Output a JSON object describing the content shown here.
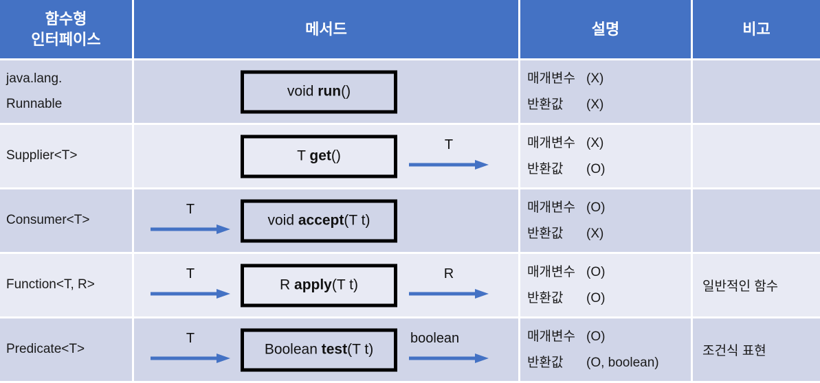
{
  "header": {
    "columns": [
      {
        "line1": "함수형",
        "line2": "인터페이스"
      },
      {
        "line1": "메서드",
        "line2": ""
      },
      {
        "line1": "설명",
        "line2": ""
      },
      {
        "line1": "비고",
        "line2": ""
      }
    ]
  },
  "colors": {
    "header_blue": "#4472C4",
    "row_dark": "#D0D5E8",
    "row_light": "#E8EAF4",
    "arrow_blue": "#4472C4",
    "grid_white": "#FFFFFF",
    "box_border": "#000000",
    "text": "#1A1A1A"
  },
  "rows": [
    {
      "interface_line1": "java.lang.",
      "interface_line2": "Runnable",
      "method_prefix": "void ",
      "method_name": "run",
      "method_args": "()",
      "arrow_in_label": "",
      "arrow_out_label": "",
      "param_key": "매개변수",
      "param_value": "(X)",
      "return_key": "반환값",
      "return_value": "(X)",
      "remark": ""
    },
    {
      "interface_line1": "Supplier<T>",
      "interface_line2": "",
      "method_prefix": "T ",
      "method_name": "get",
      "method_args": "()",
      "arrow_in_label": "",
      "arrow_out_label": "T",
      "param_key": "매개변수",
      "param_value": "(X)",
      "return_key": "반환값",
      "return_value": "(O)",
      "remark": ""
    },
    {
      "interface_line1": "Consumer<T>",
      "interface_line2": "",
      "method_prefix": "void ",
      "method_name": "accept",
      "method_args": "(T t)",
      "arrow_in_label": "T",
      "arrow_out_label": "",
      "param_key": "매개변수",
      "param_value": "(O)",
      "return_key": "반환값",
      "return_value": "(X)",
      "remark": ""
    },
    {
      "interface_line1": "Function<T, R>",
      "interface_line2": "",
      "method_prefix": "R ",
      "method_name": "apply",
      "method_args": "(T t)",
      "arrow_in_label": "T",
      "arrow_out_label": "R",
      "param_key": "매개변수",
      "param_value": "(O)",
      "return_key": "반환값",
      "return_value": "(O)",
      "remark": "일반적인 함수"
    },
    {
      "interface_line1": "Predicate<T>",
      "interface_line2": "",
      "method_prefix": "Boolean ",
      "method_name": "test",
      "method_args": "(T t)",
      "arrow_in_label": "T",
      "arrow_out_label": "boolean",
      "param_key": "매개변수",
      "param_value": "(O)",
      "return_key": "반환값",
      "return_value": "(O, boolean)",
      "remark": "조건식 표현"
    }
  ]
}
